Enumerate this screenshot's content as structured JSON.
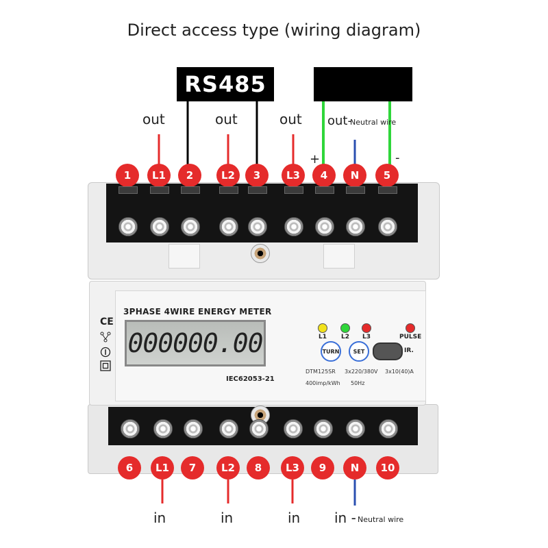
{
  "title": "Direct access type (wiring diagram)",
  "rs485_label": "RS485",
  "top_labels": {
    "out1": "out",
    "out2": "out",
    "out3": "out",
    "out4": "out-",
    "neutral_note": "Neutral wire",
    "plus": "+",
    "minus": "-"
  },
  "bottom_labels": {
    "in1": "in",
    "in2": "in",
    "in3": "in",
    "in4": "in -",
    "neutral_note": "Neutral wire"
  },
  "top_pins": [
    "1",
    "L1",
    "2",
    "L2",
    "3",
    "L3",
    "4",
    "N",
    "5"
  ],
  "bottom_pins": [
    "6",
    "L1",
    "7",
    "L2",
    "8",
    "L3",
    "9",
    "N",
    "10"
  ],
  "meter": {
    "model_title": "3PHASE 4WIRE ENERGY METER",
    "display": "000000.00",
    "standard": "IEC62053-21",
    "led_labels": [
      "L1",
      "L2",
      "L3",
      "PULSE"
    ],
    "buttons": [
      "TURN",
      "SET",
      "IR."
    ],
    "spec_model": "DTM125SR",
    "spec_voltage": "3x220/380V",
    "spec_current": "3x10(40)A",
    "spec_imp": "400imp/kWh",
    "spec_freq": "50Hz",
    "cert_marks": [
      "CE"
    ]
  },
  "colors": {
    "red": "#e52b2b",
    "green": "#2fd63a",
    "blue": "#2a4fb0",
    "black": "#000000"
  }
}
